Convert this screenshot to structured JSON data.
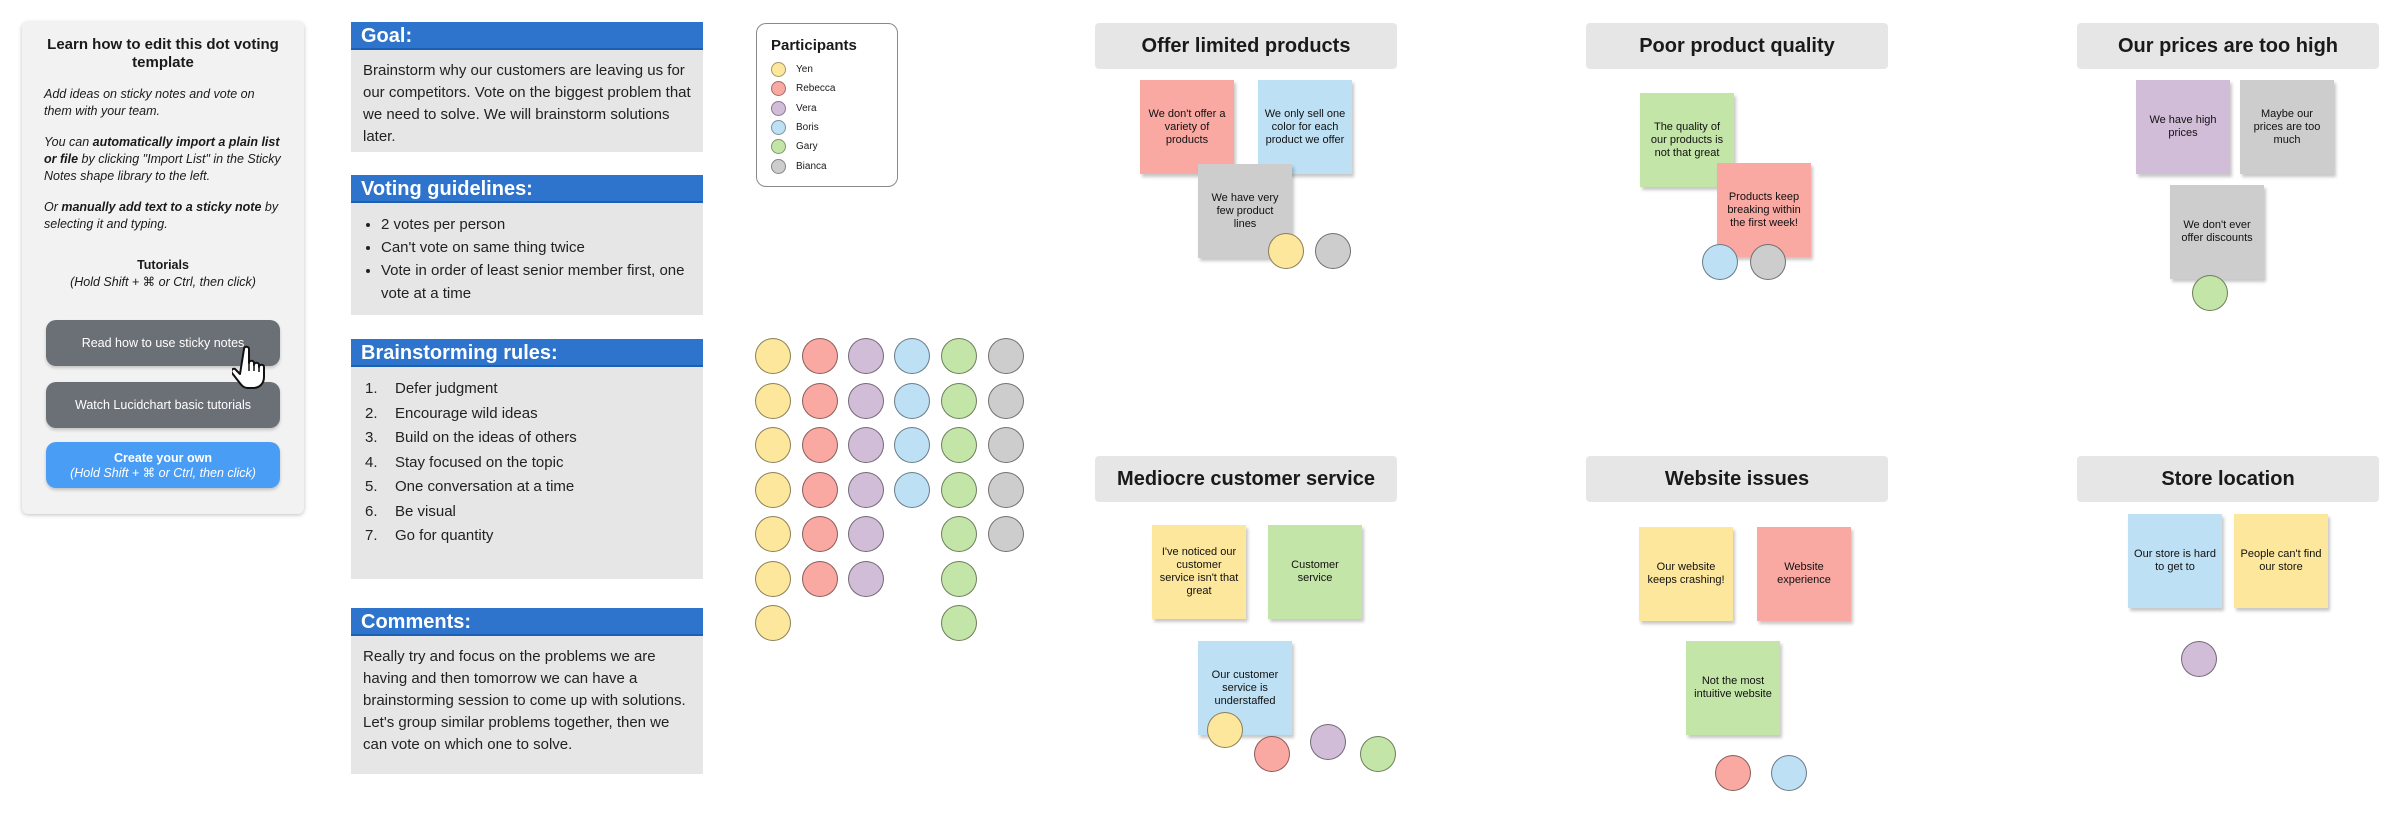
{
  "colors": {
    "yellow": "#fde79c",
    "red": "#f9a8a2",
    "purple": "#d2bdd8",
    "blue": "#bde0f5",
    "green": "#c4e5a8",
    "gray": "#cdcdcd",
    "header_blue": "#2f74cc",
    "button_gray": "#6b6f76",
    "button_blue": "#4a9df5"
  },
  "help": {
    "title": "Learn how to edit this dot voting template",
    "p1": "Add ideas on sticky notes and vote on them with your team.",
    "p2_pre": "You can ",
    "p2_bold": "automatically import a plain list or file",
    "p2_post": " by clicking \"Import List\" in the Sticky Notes shape library to the left.",
    "p3_pre": "Or ",
    "p3_bold": "manually add text to a sticky note",
    "p3_post": " by selecting it and typing.",
    "tutorials_title": "Tutorials",
    "tutorials_hint": "(Hold Shift + ⌘ or Ctrl, then click)",
    "btn_read": "Read how to use sticky notes",
    "btn_watch": "Watch Lucidchart basic tutorials",
    "btn_create": "Create your own",
    "btn_create_hint": "(Hold Shift + ⌘ or Ctrl, then click)"
  },
  "goal": {
    "header": "Goal:",
    "text": "Brainstorm why our customers are leaving us for our competitors. Vote on the biggest problem that we need to solve. We will brainstorm solutions later."
  },
  "voting": {
    "header": "Voting guidelines:",
    "items": [
      "2 votes per person",
      "Can't vote on same thing twice",
      "Vote in order of least senior member first, one vote at a time"
    ]
  },
  "brainstorm": {
    "header": "Brainstorming rules:",
    "items": [
      {
        "num": "1.",
        "text": "Defer judgment"
      },
      {
        "num": "2.",
        "text": "Encourage wild ideas"
      },
      {
        "num": "3.",
        "text": "Build on the ideas of others"
      },
      {
        "num": "4.",
        "text": "Stay focused on the topic"
      },
      {
        "num": "5.",
        "text": "One conversation at a time"
      },
      {
        "num": "6.",
        "text": "Be visual"
      },
      {
        "num": "7.",
        "text": "Go for quantity"
      }
    ]
  },
  "comments": {
    "header": "Comments:",
    "text": "Really try and focus on the problems we are having and then tomorrow we can have a brainstorming session to come up with solutions. Let's group similar problems together, then we can vote on which one to solve."
  },
  "participants": {
    "title": "Participants",
    "people": [
      {
        "name": "Yen",
        "color": "yellow"
      },
      {
        "name": "Rebecca",
        "color": "red"
      },
      {
        "name": "Vera",
        "color": "purple"
      },
      {
        "name": "Boris",
        "color": "blue"
      },
      {
        "name": "Gary",
        "color": "green"
      },
      {
        "name": "Bianca",
        "color": "gray"
      }
    ]
  },
  "remaining_votes": [
    {
      "color": "yellow",
      "count": 7
    },
    {
      "color": "red",
      "count": 6
    },
    {
      "color": "purple",
      "count": 6
    },
    {
      "color": "blue",
      "count": 4
    },
    {
      "color": "green",
      "count": 7
    },
    {
      "color": "gray",
      "count": 5
    }
  ],
  "categories": [
    {
      "title": "Offer limited products",
      "notes": [
        {
          "text": "We don't offer a variety of products",
          "color": "red"
        },
        {
          "text": "We only sell one color for each product we offer",
          "color": "blue"
        },
        {
          "text": "We have very few product lines",
          "color": "gray"
        }
      ],
      "votes": [
        "yellow",
        "gray"
      ]
    },
    {
      "title": "Poor product quality",
      "notes": [
        {
          "text": "The quality of our products is not that great",
          "color": "green"
        },
        {
          "text": "Products keep breaking within the first week!",
          "color": "red"
        }
      ],
      "votes": [
        "blue",
        "gray"
      ]
    },
    {
      "title": "Our prices are too high",
      "notes": [
        {
          "text": "We have high prices",
          "color": "purple"
        },
        {
          "text": "Maybe our prices are too much",
          "color": "gray"
        },
        {
          "text": "We don't ever offer discounts",
          "color": "gray"
        }
      ],
      "votes": [
        "green"
      ]
    },
    {
      "title": "Mediocre customer service",
      "notes": [
        {
          "text": "I've noticed our customer service isn't that great",
          "color": "yellow"
        },
        {
          "text": "Customer service",
          "color": "green"
        },
        {
          "text": "Our customer service is understaffed",
          "color": "blue"
        }
      ],
      "votes": [
        "yellow",
        "red",
        "purple",
        "green"
      ]
    },
    {
      "title": "Website issues",
      "notes": [
        {
          "text": "Our website keeps crashing!",
          "color": "yellow"
        },
        {
          "text": "Website experience",
          "color": "red"
        },
        {
          "text": "Not the most intuitive website",
          "color": "green"
        }
      ],
      "votes": [
        "red",
        "blue"
      ]
    },
    {
      "title": "Store location",
      "notes": [
        {
          "text": "Our store is hard to get to",
          "color": "blue"
        },
        {
          "text": "People can't find our store",
          "color": "yellow"
        }
      ],
      "votes": [
        "purple"
      ]
    }
  ]
}
